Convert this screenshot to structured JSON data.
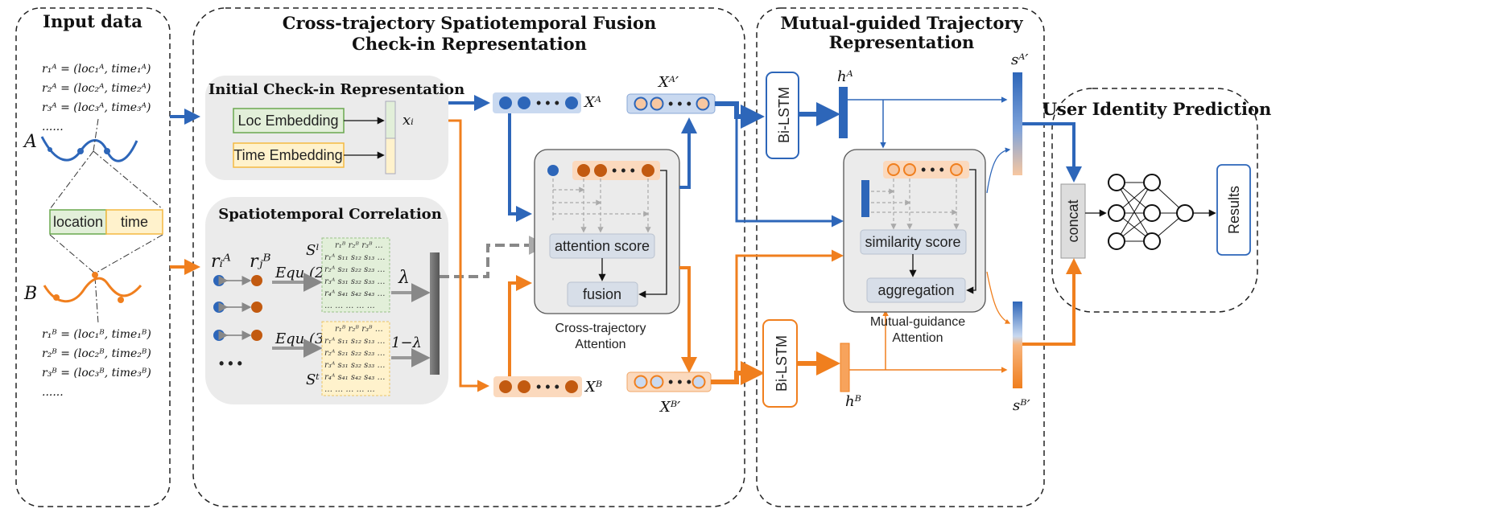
{
  "panels": {
    "input": "Input data",
    "fusion_title_1": "Cross-trajectory Spatiotemporal Fusion",
    "fusion_title_2": "Check-in Representation",
    "mutual_title_1": "Mutual-guided Trajectory",
    "mutual_title_2": "Representation",
    "prediction": "User Identity Prediction"
  },
  "input": {
    "traj_a": "A",
    "traj_b": "B",
    "location": "location",
    "time": "time",
    "records_a": [
      "r₁ᴬ = (loc₁ᴬ, time₁ᴬ)",
      "r₂ᴬ = (loc₂ᴬ, time₂ᴬ)",
      "r₃ᴬ = (loc₃ᴬ, time₃ᴬ)"
    ],
    "records_b": [
      "r₁ᴮ = (loc₁ᴮ, time₁ᴮ)",
      "r₂ᴮ = (loc₂ᴮ, time₂ᴮ)",
      "r₃ᴮ = (loc₃ᴮ, time₃ᴮ)"
    ],
    "ellipsis": "......"
  },
  "initial": {
    "title": "Initial Check-in Representation",
    "loc": "Loc Embedding",
    "time": "Time Embedding",
    "xi": "xᵢ"
  },
  "correlation": {
    "title": "Spatiotemporal Correlation",
    "ri": "rᵢᴬ",
    "rj": "rⱼᴮ",
    "equ2": "Equ.(2)",
    "equ3": "Equ.(3)",
    "s_l": "Sˡ",
    "s_t": "Sᵗ",
    "lambda": "λ",
    "one_minus_lambda": "1−λ",
    "dots": "• • •",
    "mat_header": "r₁ᴮ  r₂ᴮ  r₃ᴮ …",
    "mat_rows": [
      "r₁ᴬ s₁₁ s₁₂ s₁₃ …",
      "r₂ᴬ s₂₁ s₂₂ s₂₃ …",
      "r₃ᴬ s₃₁ s₃₂ s₃₃ …",
      "r₄ᴬ s₄₁ s₄₂ s₄₃ …",
      "…  …  …  …  …"
    ]
  },
  "cross": {
    "xa": "Xᴬ",
    "xb": "Xᴮ",
    "xa_p": "Xᴬ′",
    "xb_p": "Xᴮ′",
    "attention": "attention score",
    "fusion": "fusion",
    "caption_1": "Cross-trajectory",
    "caption_2": "Attention",
    "dots": "• • •"
  },
  "mutual": {
    "bilstm": "Bi-LSTM",
    "ha": "hᴬ",
    "hb": "hᴮ",
    "sa": "sᴬ′",
    "sb": "sᴮ′",
    "similarity": "similarity score",
    "aggregation": "aggregation",
    "caption_1": "Mutual-guidance",
    "caption_2": "Attention"
  },
  "prediction": {
    "concat": "concat",
    "results": "Results"
  },
  "colors": {
    "blue": "#2d66b9",
    "orange": "#f07f1e",
    "blue_fill": "#c9d9f0",
    "orange_fill": "#fbd9bd",
    "green": "#6aa84f",
    "yellow": "#f4b942",
    "gray_box": "#ebebeb",
    "inner_box": "#d7dee8"
  }
}
